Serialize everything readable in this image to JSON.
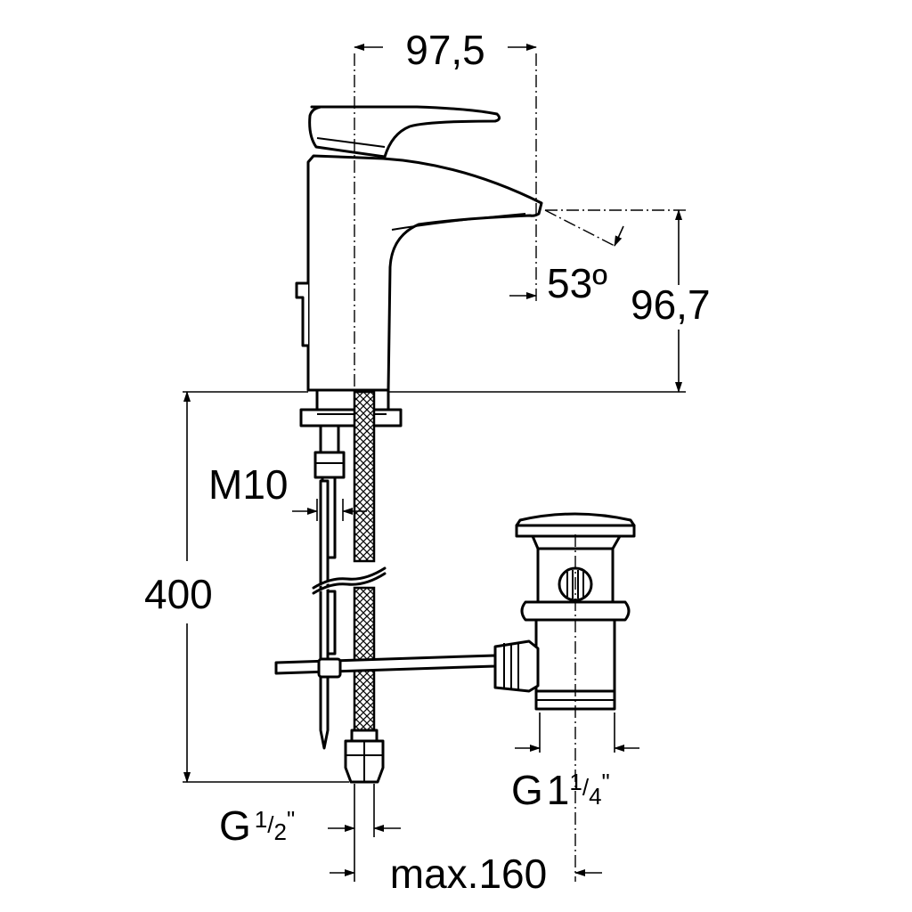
{
  "dimensions": {
    "top_width": "97,5",
    "spout_angle": "53º",
    "spout_height": "96,7",
    "hose_length": "400",
    "rod_thread": "M10",
    "inlet_thread": {
      "prefix": "G",
      "num": "1",
      "sep": "/",
      "den": "2",
      "suffix": "\""
    },
    "waste_thread": {
      "prefix": "G",
      "whole": "1",
      "num": "1",
      "sep": "/",
      "den": "4",
      "suffix": "\""
    },
    "max_distance": "max.160"
  }
}
